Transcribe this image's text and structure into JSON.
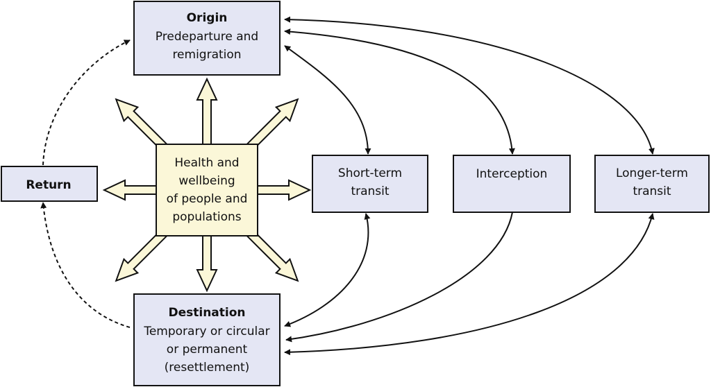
{
  "colors": {
    "box_fill": "#e4e6f4",
    "center_fill": "#fbf7d8",
    "stroke": "#111111"
  },
  "nodes": {
    "origin": {
      "title": "Origin",
      "lines": [
        "Predeparture and",
        "remigration"
      ]
    },
    "short_term": {
      "lines": [
        "Short-term",
        "transit"
      ]
    },
    "interception": {
      "lines": [
        "Interception"
      ]
    },
    "longer_term": {
      "lines": [
        "Longer-term",
        "transit"
      ]
    },
    "return": {
      "title": "Return"
    },
    "destination": {
      "title": "Destination",
      "lines": [
        "Temporary or circular",
        "or permanent",
        "(resettlement)"
      ]
    },
    "center": {
      "lines": [
        "Health and",
        "wellbeing",
        "of people and",
        "populations"
      ]
    }
  }
}
